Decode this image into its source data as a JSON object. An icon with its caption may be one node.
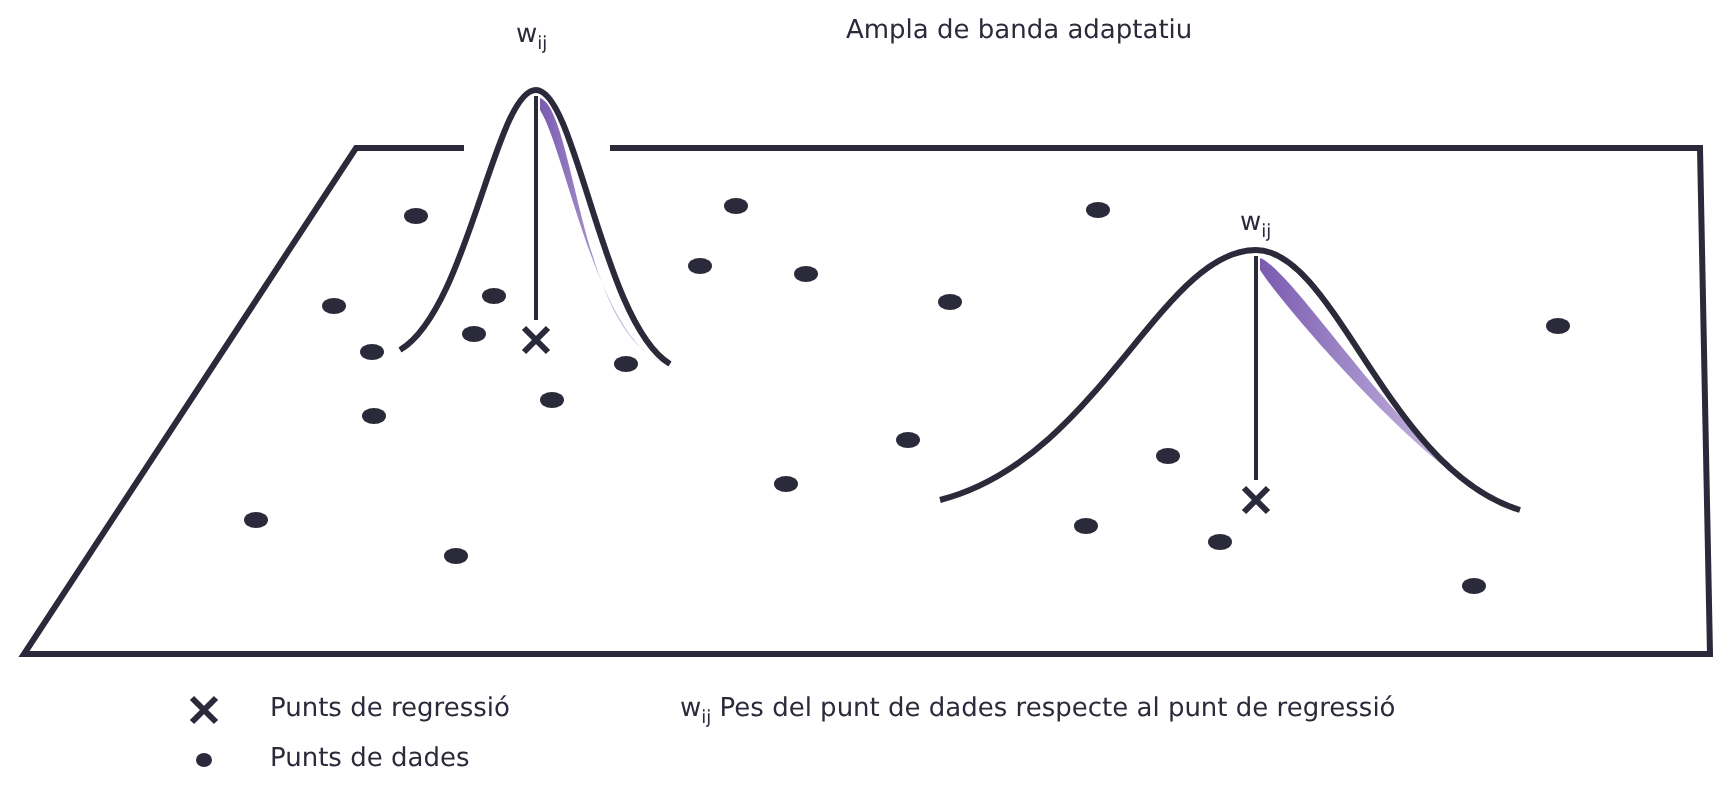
{
  "diagram": {
    "labels": [
      "w$_{ij}$",
      "Ampla de banda adaptatiu",
      "w$_{ij}$",
      "w$_{ij}$ Pes del punt de dades respecte al punt de regressió"
    ],
    "legend": [
      {
        "text": "Punts de regressió"
      },
      {
        "text": "Punts de dades"
      }
    ]
  }
}
